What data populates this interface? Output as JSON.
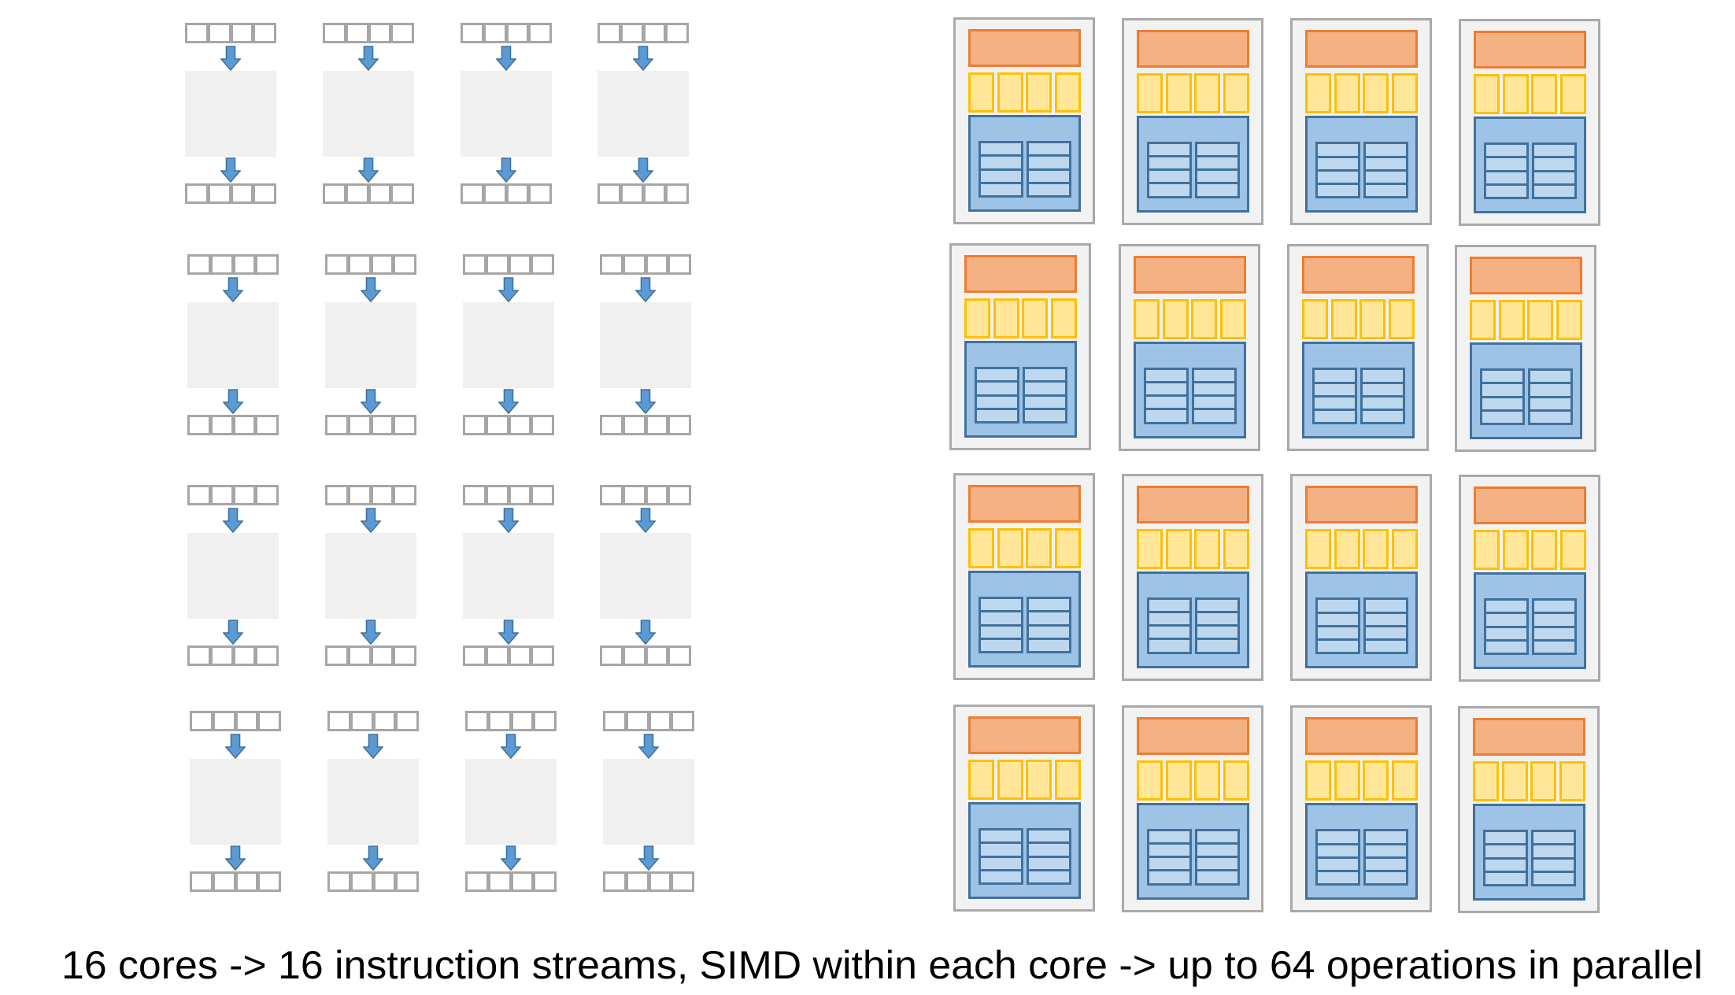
{
  "caption": "16 cores -> 16 instruction streams, SIMD within each core -> up to 64 operations in parallel",
  "left_panel": {
    "description": "16 simple cores, each with 4 inputs -> core -> 4 outputs",
    "rows": 4,
    "cols": 4,
    "lanes_per_unit": 4,
    "icons": {
      "flow": "down-arrow-icon"
    }
  },
  "right_panel": {
    "description": "16 cores, each with fetch/decode, 4 ALUs (SIMD), and execution context",
    "rows": 4,
    "cols": 4,
    "alus_per_core": 4,
    "context_grid": {
      "rows": 4,
      "cols": 2
    }
  },
  "colors": {
    "lane_border": "#a6a6a6",
    "core_box": "#f0f0f0",
    "arrow_fill": "#5b9bd5",
    "arrow_stroke": "#41719c",
    "card_bg": "#f2f2f2",
    "card_border": "#a9a9a9",
    "fetch_fill": "#f4b183",
    "fetch_border": "#ed7d31",
    "alu_fill": "#ffe699",
    "alu_border": "#ffc000",
    "ctx_fill": "#9dc3e6",
    "ctx_border": "#41719c",
    "ctx_cell_fill": "#bdd7ee"
  }
}
